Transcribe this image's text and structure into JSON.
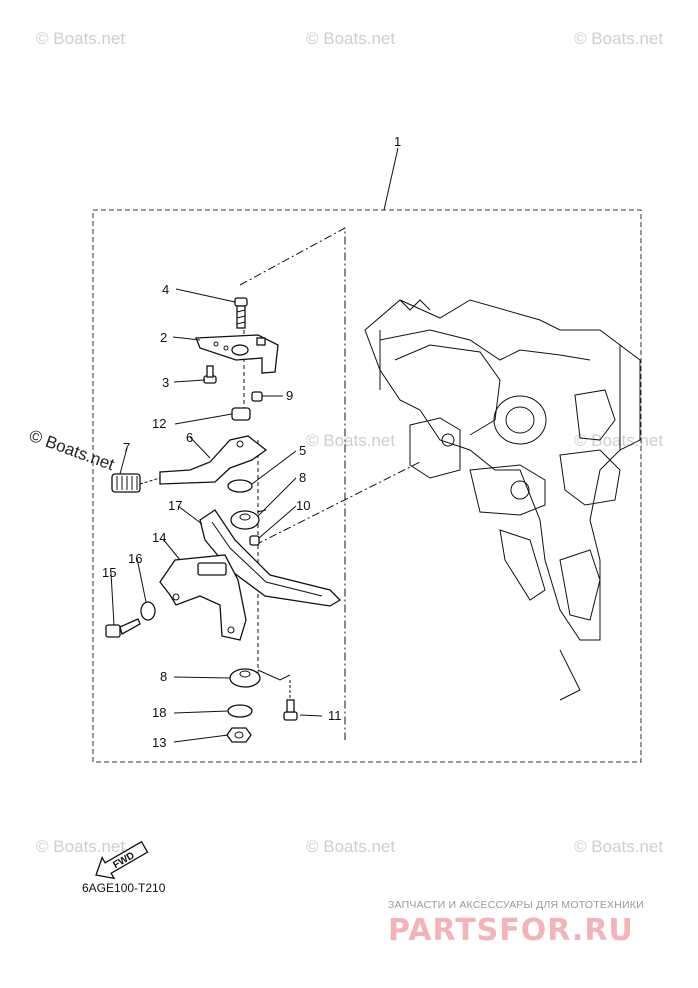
{
  "watermarks": {
    "text": "© Boats.net",
    "dark_text": "© Boats.net"
  },
  "callouts": {
    "c1": "1",
    "c2": "2",
    "c3": "3",
    "c4": "4",
    "c5": "5",
    "c6": "6",
    "c7": "7",
    "c8a": "8",
    "c8b": "8",
    "c9": "9",
    "c10": "10",
    "c11": "11",
    "c12": "12",
    "c13": "13",
    "c14": "14",
    "c15": "15",
    "c16": "16",
    "c17": "17",
    "c18": "18"
  },
  "fwd_label": "FWD",
  "figure_code": "6AGE100-T210",
  "footer": {
    "tagline": "ЗАПЧАСТИ И АКСЕССУАРЫ ДЛЯ МОТОТЕХНИКИ",
    "logo_text": "PARTSFOR.RU"
  },
  "colors": {
    "line": "#111111",
    "watermark": "#cfcfcf",
    "logo": "#f2b3b9"
  }
}
